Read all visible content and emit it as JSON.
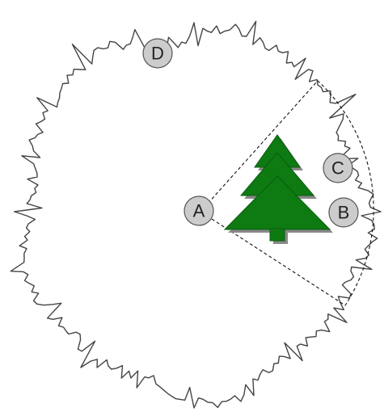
{
  "diagram": {
    "markers": [
      {
        "id": "A",
        "label": "A"
      },
      {
        "id": "B",
        "label": "B"
      },
      {
        "id": "C",
        "label": "C"
      },
      {
        "id": "D",
        "label": "D"
      }
    ],
    "colors": {
      "outline": "#444444",
      "tree_fill": "#0e7a12",
      "tree_shadow": "#888888",
      "marker_fill": "#cccccc",
      "marker_stroke": "#555555",
      "sector_stroke": "#111111"
    },
    "icons": [
      "tree-icon"
    ]
  }
}
